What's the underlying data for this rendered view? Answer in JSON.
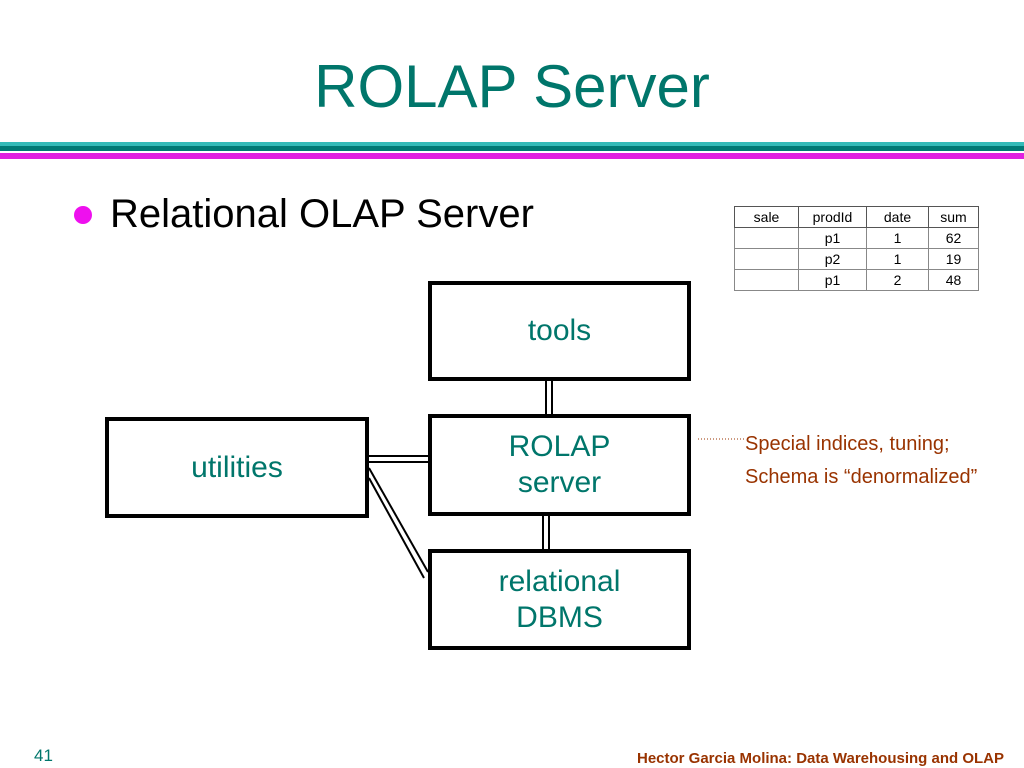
{
  "title": "ROLAP Server",
  "bullet": "Relational OLAP Server",
  "table": {
    "headers": [
      "sale",
      "prodId",
      "date",
      "sum"
    ],
    "rows": [
      [
        "",
        "p1",
        "1",
        "62"
      ],
      [
        "",
        "p2",
        "1",
        "19"
      ],
      [
        "",
        "p1",
        "2",
        "48"
      ]
    ]
  },
  "diagram": {
    "tools": "tools",
    "rolap_server": "ROLAP\nserver",
    "relational_dbms": "relational\nDBMS",
    "utilities": "utilities"
  },
  "annotation": {
    "line1": "Special indices, tuning;",
    "line2": "Schema is “denormalized”"
  },
  "footer": {
    "slide_number": "41",
    "credit": "Hector Garcia Molina: Data Warehousing and OLAP"
  },
  "colors": {
    "title": "#00766b",
    "bullet": "#ee10ee",
    "annotation": "#993300",
    "rule_teal": "#007a75",
    "rule_magenta": "#e020e0"
  }
}
